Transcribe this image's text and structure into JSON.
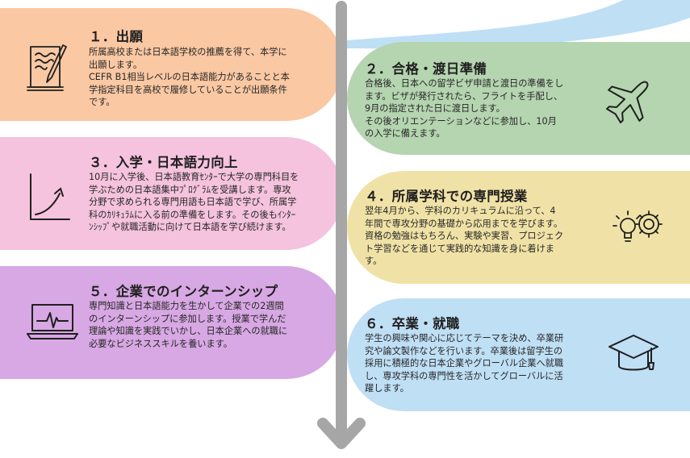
{
  "steps": [
    {
      "title": "１．出願",
      "text": "所属高校または日本語学校の推薦を得て、本学に\n出願します。\nCEFR B1相当レベルの日本語能力があることと本\n学指定科目を高校で履修していることが出願条件\nです。",
      "color": "#fac8a3",
      "icon": "notepad-pencil-icon"
    },
    {
      "title": "２．合格・渡日準備",
      "text": "合格後、日本への留学ビザ申請と渡日の準備をし\nます。ビザが発行されたら、フライトを手配し、\n9月の指定された日に渡日します。\nその後オリエンテーションなどに参加し、10月\nの入学に備えます。",
      "color": "#b5d4b0",
      "icon": "airplane-icon"
    },
    {
      "title": "３．入学・日本語力向上",
      "text": "10月に入学後、日本語教育ｾﾝﾀｰで大学の専門科目を\n学ぶための日本語集中ﾌﾟﾛｸﾞﾗﾑを受講します。専攻\n分野で求められる専門用語も日本語で学び、所属学\n科のｶﾘｷｭﾗﾑに入る前の準備をします。その後もｲﾝﾀｰ\nﾝｼｯﾌﾟや就職活動に向けて日本語を学び続けます。",
      "color": "#f5c3dd",
      "icon": "growth-graph-icon"
    },
    {
      "title": "４．所属学科での専門授業",
      "text": "翌年4月から、学科のカリキュラムに沿って、4\n年間で専攻分野の基礎から応用までを学びます。\n資格の勉強はもちろん、実験や実習、プロジェク\nト学習などを通じて実践的な知識を身に着けま\nす。",
      "color": "#f0e2a6",
      "icon": "lightbulb-gears-icon"
    },
    {
      "title": "５．企業でのインターンシップ",
      "text": "専門知識と日本語能力を生かして企業での2週間\nのインターンシップに参加します。授業で学んだ\n理論や知識を実践でいかし、日本企業への就職に\n必要なビジネススキルを養います。",
      "color": "#d7a8e3",
      "icon": "laptop-pulse-icon"
    },
    {
      "title": "６．卒業・就職",
      "text": "学生の興味や関心に応じてテーマを決め、卒業研\n究や論文製作などを行います。卒業後は留学生の\n採用に積極的な日本企業やグローバル企業へ就職\nし、専攻学科の専門性を活かしてグローバルに活\n躍します。",
      "color": "#bfdff5",
      "icon": "graduation-cap-icon"
    }
  ],
  "colors": {
    "arrow": "#a6a6a6",
    "wave": "#bfdff5",
    "icon_stroke": "#1f1f1f"
  }
}
